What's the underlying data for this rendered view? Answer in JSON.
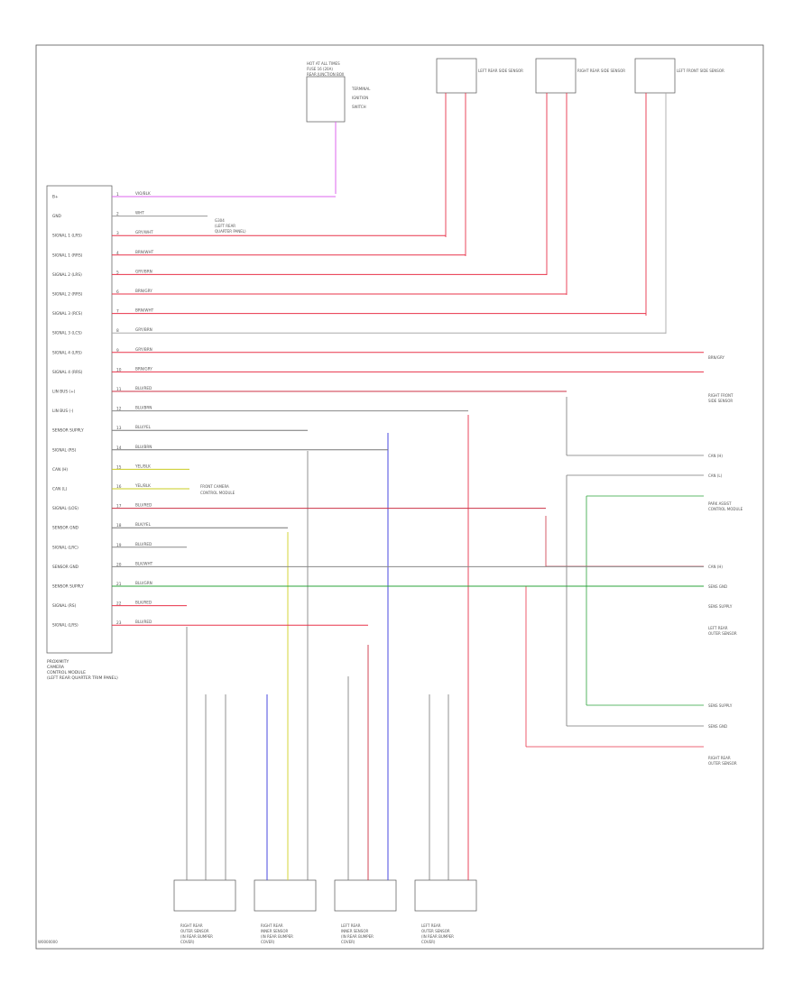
{
  "diagram_id": "W0000000",
  "module": {
    "label_lines": [
      "PROXIMITY",
      "CAMERA",
      "CONTROL MODULE",
      "(LEFT REAR QUARTER TRIM PANEL)"
    ],
    "pins": [
      {
        "num": "1",
        "name": "B+"
      },
      {
        "num": "2",
        "name": "GND"
      },
      {
        "num": "3",
        "name": "SIGNAL 1 (LRS)"
      },
      {
        "num": "4",
        "name": "SIGNAL 1 (RRS)"
      },
      {
        "num": "5",
        "name": "SIGNAL 2 (LRS)"
      },
      {
        "num": "6",
        "name": "SIGNAL 2 (RRS)"
      },
      {
        "num": "7",
        "name": "SIGNAL 3 (RCS)"
      },
      {
        "num": "8",
        "name": "SIGNAL 3 (LCS)"
      },
      {
        "num": "9",
        "name": "SIGNAL 4 (LRS)"
      },
      {
        "num": "10",
        "name": "SIGNAL 4 (RRS)"
      },
      {
        "num": "11",
        "name": "LIN BUS (+)"
      },
      {
        "num": "12",
        "name": "LIN BUS (-)"
      },
      {
        "num": "13",
        "name": "SENSOR SUPPLY"
      },
      {
        "num": "14",
        "name": "SIGNAL (RS)"
      },
      {
        "num": "15",
        "name": "CAN (H)"
      },
      {
        "num": "16",
        "name": "CAN (L)"
      },
      {
        "num": "17",
        "name": "SIGNAL (LOS)"
      },
      {
        "num": "18",
        "name": "SENSOR GND"
      },
      {
        "num": "19",
        "name": "SIGNAL (LRC)"
      },
      {
        "num": "20",
        "name": "SENSOR GND"
      },
      {
        "num": "21",
        "name": "SENSOR SUPPLY"
      },
      {
        "num": "22",
        "name": "SIGNAL (RS)"
      },
      {
        "num": "23",
        "name": "SIGNAL (LRS)"
      }
    ]
  },
  "wires": [
    {
      "code": "VIO/BLK",
      "color": "#dd66ee"
    },
    {
      "code": "WHT",
      "color": "#999999"
    },
    {
      "code": "GRY/WHT",
      "color": "#e8334a"
    },
    {
      "code": "BRN/WHT",
      "color": "#e8334a"
    },
    {
      "code": "GRY/BRN",
      "color": "#e8334a"
    },
    {
      "code": "BRN/GRY",
      "color": "#e8334a"
    },
    {
      "code": "BRN/WHT",
      "color": "#e8334a"
    },
    {
      "code": "GRY/BRN",
      "color": "#aaaaaa"
    },
    {
      "code": "GRY/BRN",
      "color": "#e8334a"
    },
    {
      "code": "BRN/GRY",
      "color": "#e8334a"
    },
    {
      "code": "BLU/RED",
      "color": "#cc3344"
    },
    {
      "code": "BLU/BRN",
      "color": "#888888"
    },
    {
      "code": "BLU/YEL",
      "color": "#777777"
    },
    {
      "code": "BLU/BRN",
      "color": "#777777"
    },
    {
      "code": "YEL/BLK",
      "color": "#c9cc22"
    },
    {
      "code": "YEL/BLK",
      "color": "#c9cc22"
    },
    {
      "code": "BLU/RED",
      "color": "#cc3344"
    },
    {
      "code": "BLK/YEL",
      "color": "#777777"
    },
    {
      "code": "BLU/RED",
      "color": "#888888"
    },
    {
      "code": "BLK/WHT",
      "color": "#888888"
    },
    {
      "code": "BLU/GRN",
      "color": "#2aa33a"
    },
    {
      "code": "BLK/RED",
      "color": "#e8334a"
    },
    {
      "code": "BLU/RED",
      "color": "#e8334a"
    }
  ],
  "top_components": [
    {
      "label": "LEFT REAR SIDE SENSOR",
      "wires": [
        "BRN/WHT",
        "GRY/WHT"
      ]
    },
    {
      "label": "RIGHT REAR SIDE SENSOR",
      "wires": [
        "BRN/GRY",
        "GRY/BRN"
      ]
    },
    {
      "label": "LEFT FRONT SIDE SENSOR",
      "wires": [
        "GRY/BRN",
        "BRN/WHT"
      ]
    }
  ],
  "ign_component": {
    "lines": [
      "HOT AT ALL TIMES",
      "FUSE 16 (20A)",
      "REAR JUNCTION BOX"
    ],
    "pin_labels": [
      "TERMINAL",
      "IGNITION",
      "SWITCH"
    ]
  },
  "ground_note": [
    "G304",
    "(LEFT REAR",
    "QUARTER PANEL)"
  ],
  "splice_note": [
    "FRONT CAMERA",
    "CONTROL MODULE"
  ],
  "right_labels": [
    {
      "text": "BRN/GRY",
      "line2": ""
    },
    {
      "text": "RIGHT FRONT",
      "line2": "SIDE SENSOR"
    },
    {
      "text": "CAN (H)",
      "line2": ""
    },
    {
      "text": "CAN (L)",
      "line2": ""
    },
    {
      "text": "PARK ASSIST",
      "line2": "CONTROL MODULE"
    },
    {
      "text": "CAN (H)",
      "line2": ""
    },
    {
      "text": "SENS GND",
      "line2": ""
    },
    {
      "text": "SENS SUPPLY",
      "line2": ""
    },
    {
      "text": "LEFT REAR",
      "line2": "OUTER SENSOR"
    },
    {
      "text": "SENS SUPPLY",
      "line2": ""
    },
    {
      "text": "SENS GND",
      "line2": ""
    },
    {
      "text": "RIGHT REAR",
      "line2": "OUTER SENSOR"
    }
  ],
  "bottom_components": [
    {
      "label_lines": [
        "RIGHT REAR",
        "OUTER SENSOR",
        "(IN REAR BUMPER",
        "COVER)"
      ]
    },
    {
      "label_lines": [
        "RIGHT REAR",
        "INNER SENSOR",
        "(IN REAR BUMPER",
        "COVER)"
      ]
    },
    {
      "label_lines": [
        "LEFT REAR",
        "INNER SENSOR",
        "(IN REAR BUMPER",
        "COVER)"
      ]
    },
    {
      "label_lines": [
        "LEFT REAR",
        "OUTER SENSOR",
        "(IN REAR BUMPER",
        "COVER)"
      ]
    }
  ]
}
